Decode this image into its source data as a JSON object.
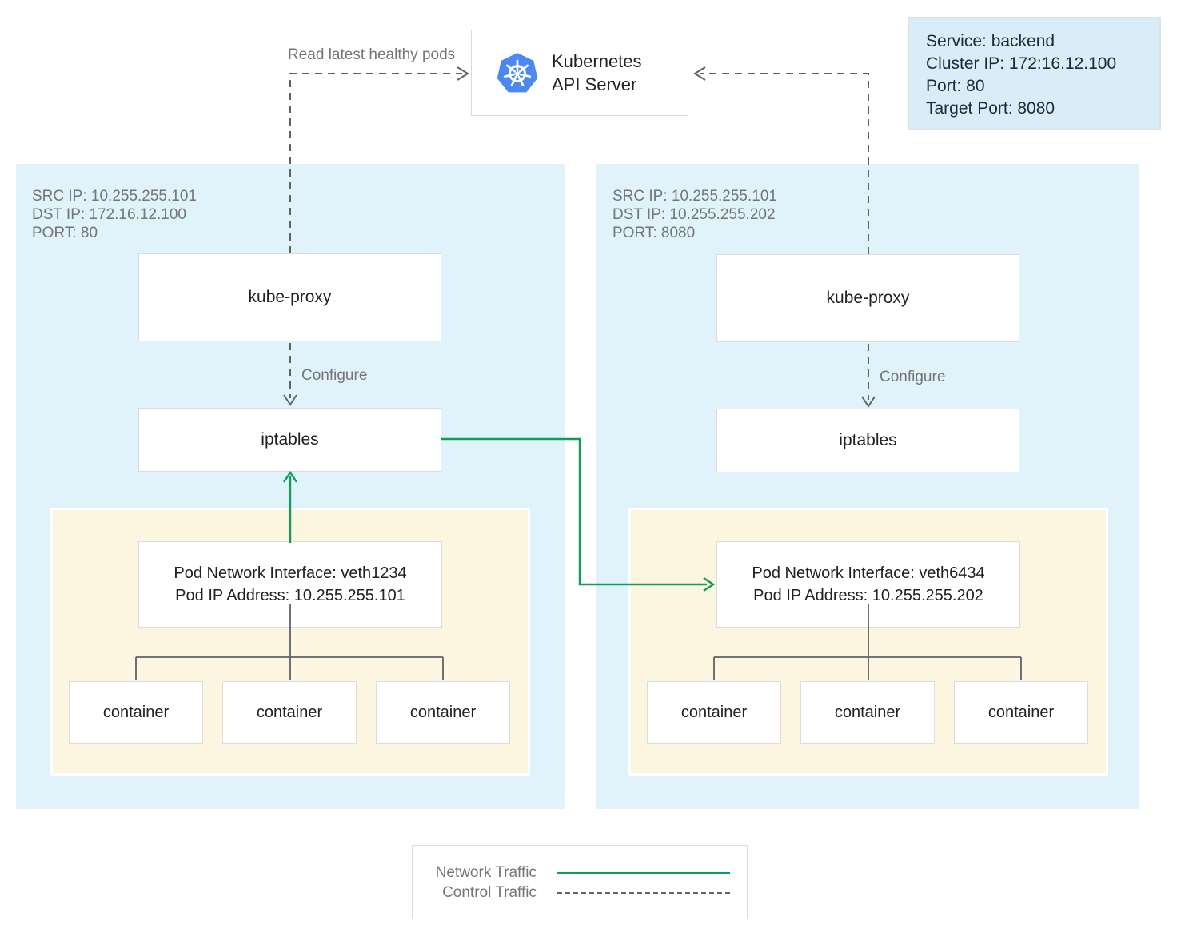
{
  "colors": {
    "network_green": "#0f9d58",
    "control_gray": "#5f6368",
    "node_bg": "#e0f3fb",
    "pod_bg": "#fcf5e0",
    "service_bg": "#d8edf8",
    "k8s_blue": "#4d87f0",
    "text_dark": "#212121",
    "text_gray": "#757575",
    "box_border": "#dcdcdc"
  },
  "api_server": {
    "icon": "kubernetes-helm-icon",
    "line1": "Kubernetes",
    "line2": "API Server"
  },
  "service_info": {
    "line1": "Service: backend",
    "line2": "Cluster IP: 172:16.12.100",
    "line3": "Port: 80",
    "line4": "Target Port: 8080"
  },
  "labels": {
    "read_healthy_pods": "Read latest healthy pods",
    "configure_left": "Configure",
    "configure_right": "Configure"
  },
  "nodes": [
    {
      "traffic": [
        "SRC IP: 10.255.255.101",
        "DST IP: 172.16.12.100",
        "PORT: 80"
      ],
      "kube_proxy": "kube-proxy",
      "iptables": "iptables",
      "pod": {
        "interface_line1": "Pod Network Interface: veth1234",
        "interface_line2": "Pod IP Address: 10.255.255.101",
        "containers": [
          "container",
          "container",
          "container"
        ]
      }
    },
    {
      "traffic": [
        "SRC IP: 10.255.255.101",
        "DST IP: 10.255.255.202",
        "PORT: 8080"
      ],
      "kube_proxy": "kube-proxy",
      "iptables": "iptables",
      "pod": {
        "interface_line1": "Pod Network Interface: veth6434",
        "interface_line2": "Pod IP Address: 10.255.255.202",
        "containers": [
          "container",
          "container",
          "container"
        ]
      }
    }
  ],
  "legend": {
    "network_label": "Network Traffic",
    "control_label": "Control Traffic"
  }
}
